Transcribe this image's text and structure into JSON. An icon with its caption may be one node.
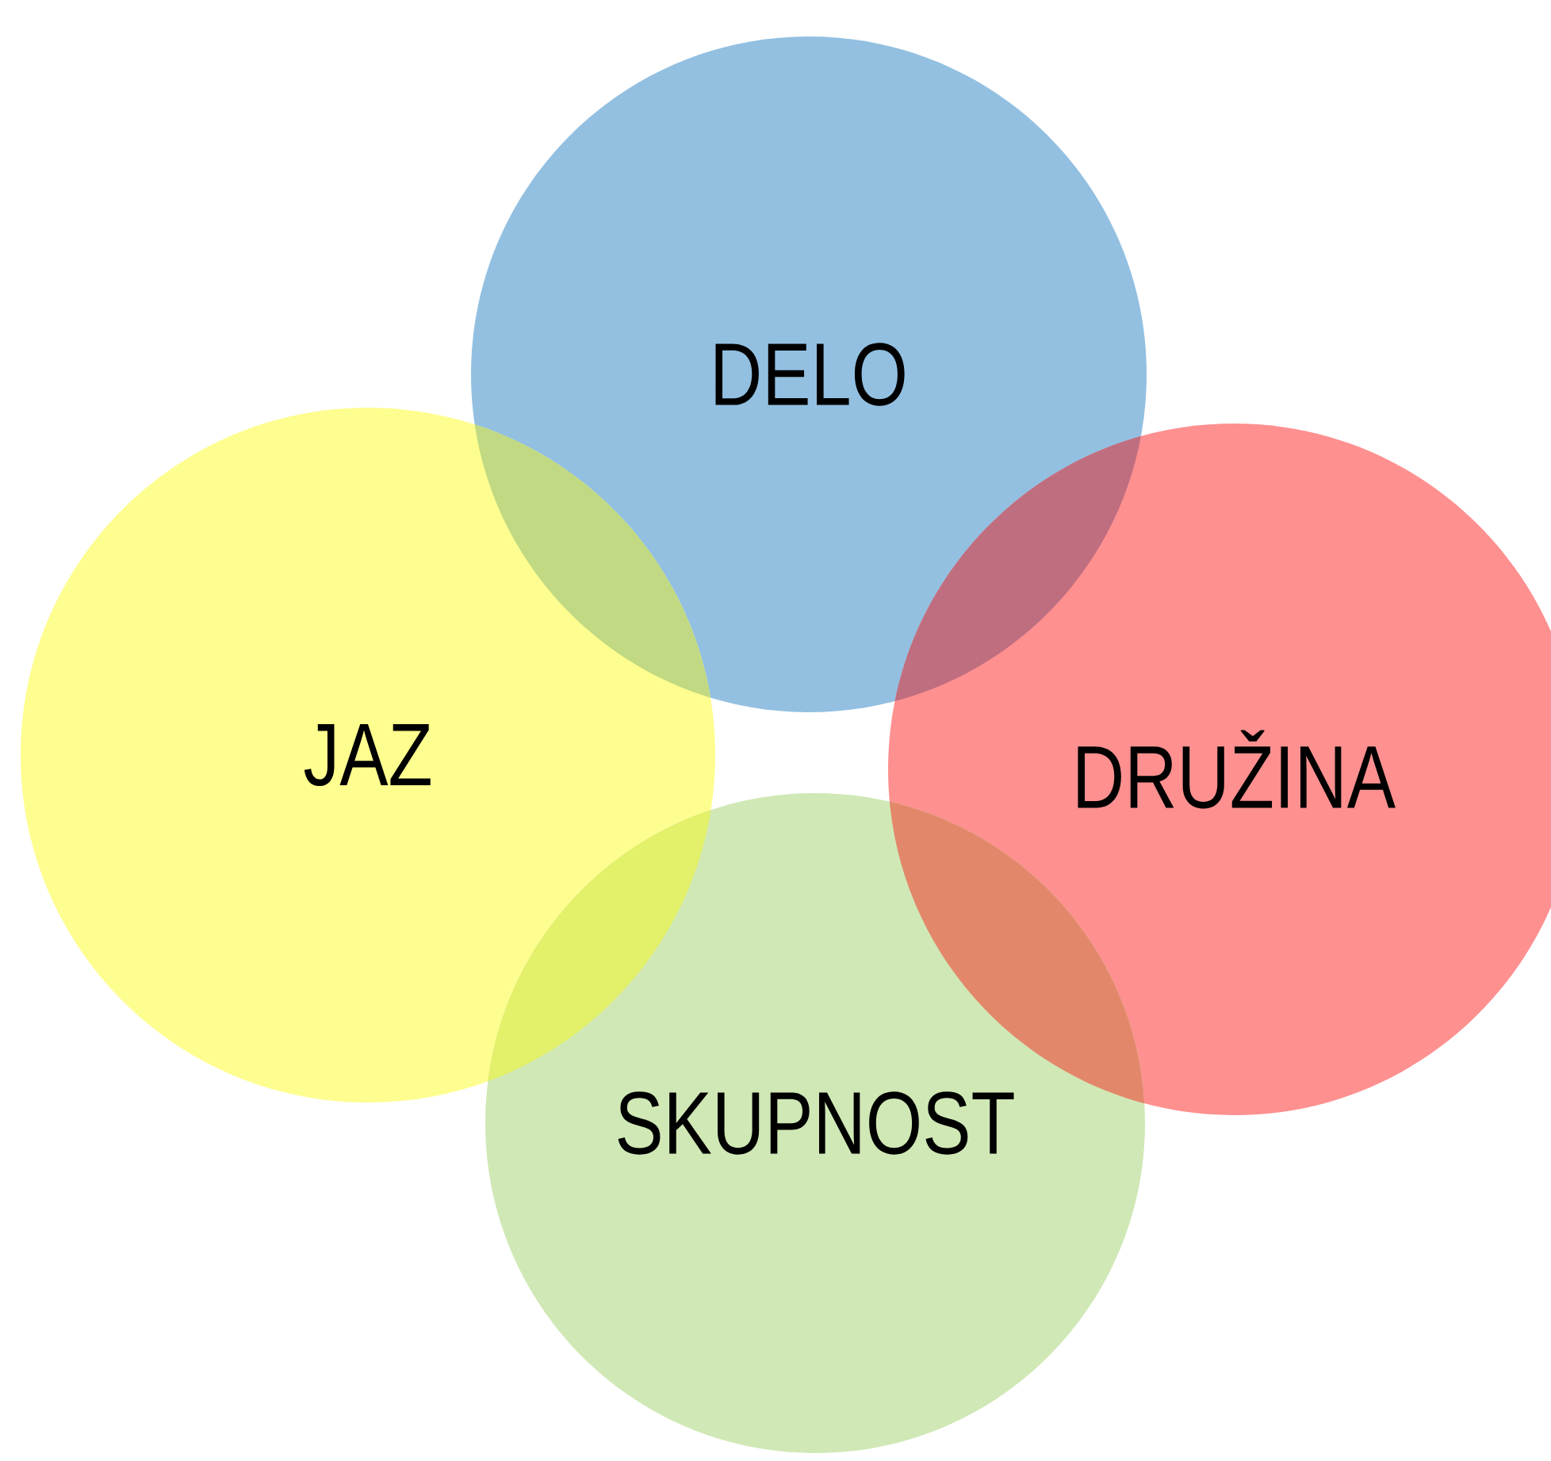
{
  "diagram": {
    "nodes": [
      {
        "text": [
          "DELO"
        ]
      },
      {
        "text": [
          "JAZ"
        ]
      },
      {
        "text": [
          "DRUŽINA"
        ]
      },
      {
        "text": [
          "SKUPNOST"
        ]
      }
    ]
  }
}
